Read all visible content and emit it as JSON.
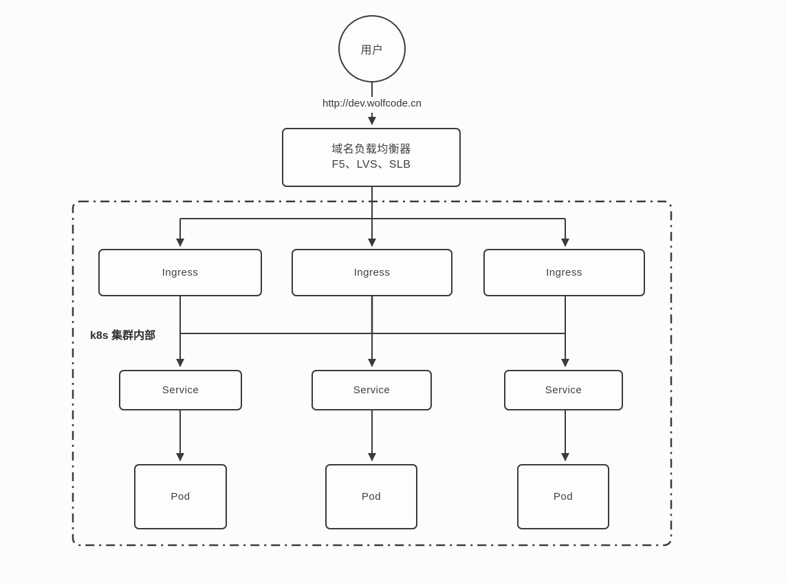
{
  "diagram": {
    "title": "k8s ingress architecture diagram",
    "user_label": "用户",
    "url_label": "http://dev.wolfcode.cn",
    "load_balancer": {
      "line1": "域名负载均衡器",
      "line2": "F5、LVS、SLB"
    },
    "cluster_label": "k8s 集群内部",
    "ingress_nodes": [
      {
        "label": "Ingress"
      },
      {
        "label": "Ingress"
      },
      {
        "label": "Ingress"
      }
    ],
    "service_nodes": [
      {
        "label": "Service"
      },
      {
        "label": "Service"
      },
      {
        "label": "Service"
      }
    ],
    "pod_nodes": [
      {
        "label": "Pod"
      },
      {
        "label": "Pod"
      },
      {
        "label": "Pod"
      }
    ],
    "colors": {
      "line": "#3a3a3a",
      "background": "#fcfcfc"
    }
  }
}
